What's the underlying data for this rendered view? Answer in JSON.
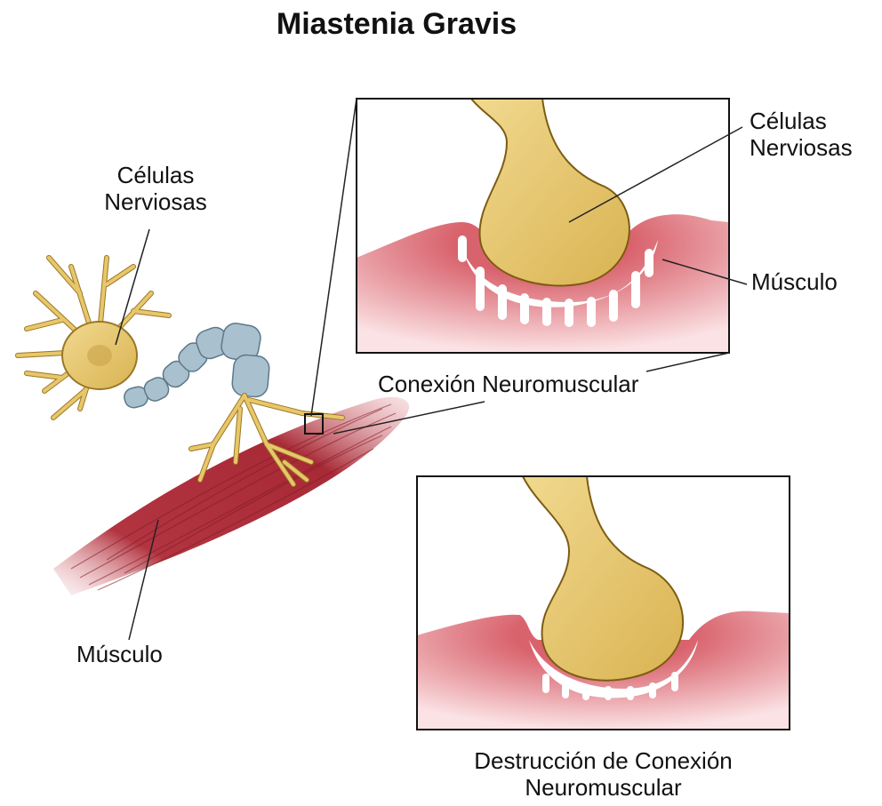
{
  "title": "Miastenia Gravis",
  "labels": {
    "nerve_cells_left_line1": "Células",
    "nerve_cells_left_line2": "Nerviosas",
    "muscle_left": "Músculo",
    "nerve_cells_inset_line1": "Células",
    "nerve_cells_inset_line2": "Nerviosas",
    "muscle_inset": "Músculo",
    "neuromuscular_junction": "Conexión Neuromuscular",
    "destruction_line1": "Destrucción de Conexión",
    "destruction_line2": "Neuromuscular"
  },
  "colors": {
    "nerve_fill": "#e8c76a",
    "nerve_stroke": "#8a6a1c",
    "myelin": "#9fb6c6",
    "muscle": "#b5343e",
    "muscle_light": "#e79aa1",
    "frame": "#111111"
  }
}
